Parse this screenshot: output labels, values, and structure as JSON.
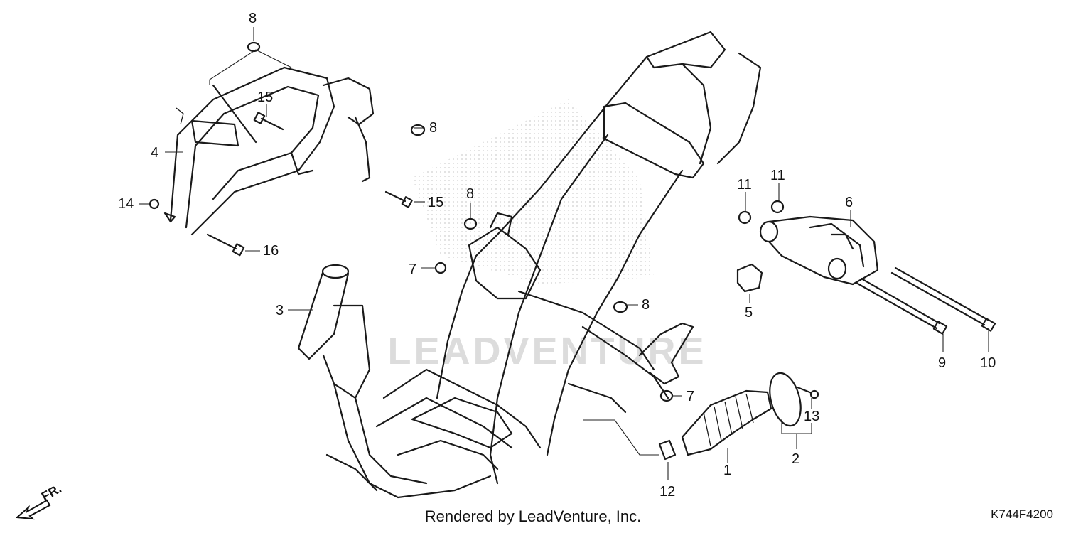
{
  "watermark": "LEADVENTURE",
  "footer_text": "Rendered by LeadVenture, Inc.",
  "diagram_code": "K744F4200",
  "direction_label": "FR.",
  "callouts": [
    {
      "id": "c1",
      "label": "1"
    },
    {
      "id": "c2",
      "label": "2"
    },
    {
      "id": "c3",
      "label": "3"
    },
    {
      "id": "c4",
      "label": "4"
    },
    {
      "id": "c5",
      "label": "5"
    },
    {
      "id": "c6",
      "label": "6"
    },
    {
      "id": "c7a",
      "label": "7"
    },
    {
      "id": "c7b",
      "label": "7"
    },
    {
      "id": "c8a",
      "label": "8"
    },
    {
      "id": "c8b",
      "label": "8"
    },
    {
      "id": "c8c",
      "label": "8"
    },
    {
      "id": "c8d",
      "label": "8"
    },
    {
      "id": "c9",
      "label": "9"
    },
    {
      "id": "c10",
      "label": "10"
    },
    {
      "id": "c11a",
      "label": "11"
    },
    {
      "id": "c11b",
      "label": "11"
    },
    {
      "id": "c12",
      "label": "12"
    },
    {
      "id": "c13",
      "label": "13"
    },
    {
      "id": "c14",
      "label": "14"
    },
    {
      "id": "c15a",
      "label": "15"
    },
    {
      "id": "c15b",
      "label": "15"
    },
    {
      "id": "c16",
      "label": "16"
    }
  ]
}
